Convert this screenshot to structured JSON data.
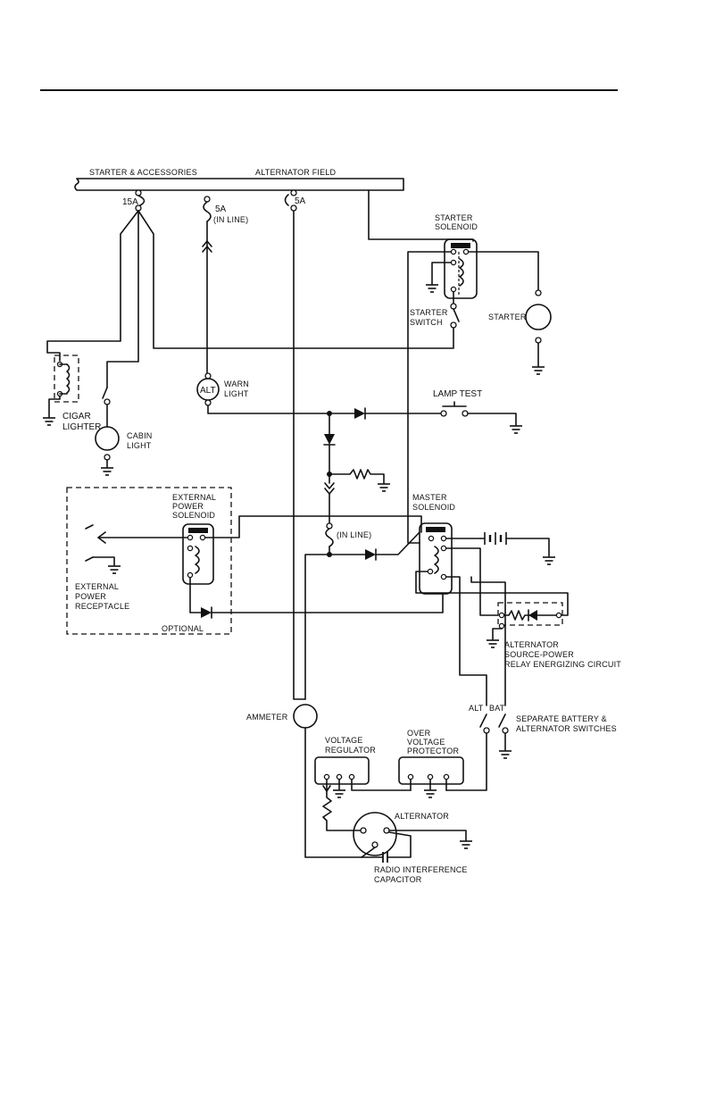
{
  "diagram": {
    "bus": {
      "starter_accessories": "STARTER & ACCESSORIES",
      "alternator_field": "ALTERNATOR FIELD"
    },
    "fuses": {
      "f15a": "15A",
      "f5a_inline": "5A",
      "f5a_inline_note": "(IN LINE)",
      "f5a": "5A",
      "inline_lower": "(IN LINE)"
    },
    "starter_solenoid": [
      "STARTER",
      "SOLENOID"
    ],
    "starter_switch": [
      "STARTER",
      "SWITCH"
    ],
    "starter": "STARTER",
    "cigar_lighter": [
      "CIGAR",
      "LIGHTER"
    ],
    "cabin_light": [
      "CABIN",
      "LIGHT"
    ],
    "alt_warn": {
      "badge": "ALT",
      "label": [
        "WARN",
        "LIGHT"
      ]
    },
    "lamp_test": "LAMP TEST",
    "external_power_solenoid": [
      "EXTERNAL",
      "POWER",
      "SOLENOID"
    ],
    "external_power_receptacle": [
      "EXTERNAL",
      "POWER",
      "RECEPTACLE"
    ],
    "optional": "OPTIONAL",
    "master_solenoid": [
      "MASTER",
      "SOLENOID"
    ],
    "relay_circuit": [
      "ALTERNATOR",
      "SOURCE-POWER",
      "RELAY ENERGIZING CIRCUIT"
    ],
    "switch_labels": {
      "alt": "ALT",
      "bat": "BAT"
    },
    "separate_switches": [
      "SEPARATE BATTERY &",
      "ALTERNATOR SWITCHES"
    ],
    "ammeter": "AMMETER",
    "voltage_regulator": [
      "VOLTAGE",
      "REGULATOR"
    ],
    "over_voltage_protector": [
      "OVER",
      "VOLTAGE",
      "PROTECTOR"
    ],
    "alternator": "ALTERNATOR",
    "radio_capacitor": [
      "RADIO INTERFERENCE",
      "CAPACITOR"
    ]
  }
}
